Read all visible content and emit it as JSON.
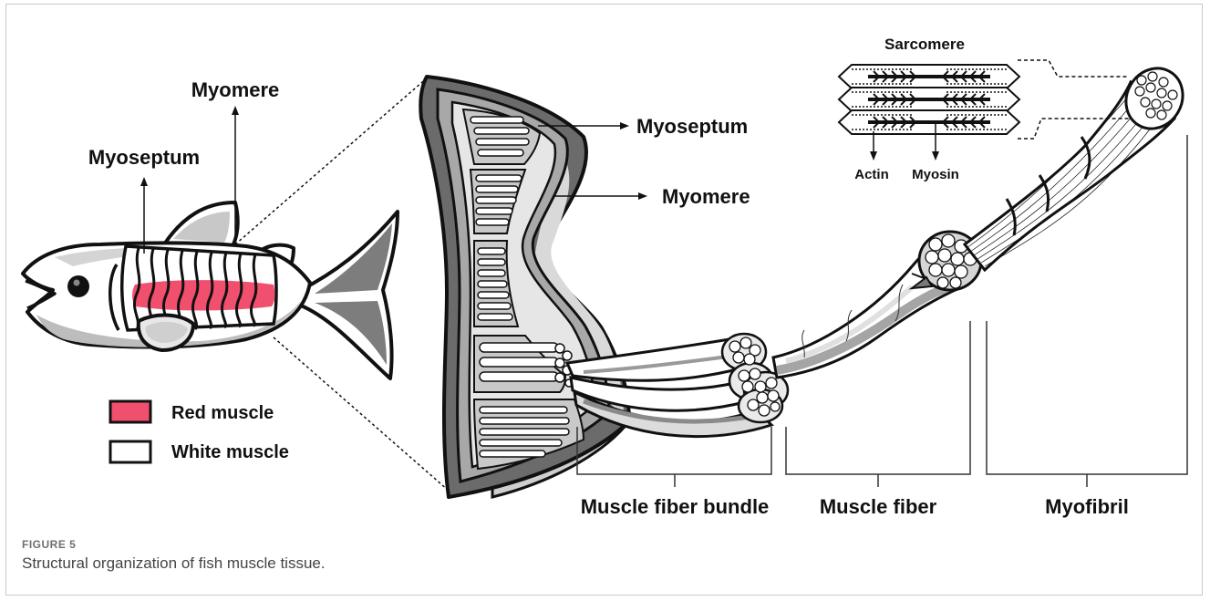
{
  "fish": {
    "label_myomere": "Myomere",
    "label_myoseptum": "Myoseptum"
  },
  "legend": {
    "red_label": "Red muscle",
    "white_label": "White muscle",
    "red_color": "#f0506e",
    "white_color": "#ffffff"
  },
  "cross_section": {
    "label_myoseptum": "Myoseptum",
    "label_myomere": "Myomere"
  },
  "sarcomere": {
    "title": "Sarcomere",
    "actin_label": "Actin",
    "myosin_label": "Myosin"
  },
  "brackets": {
    "bundle": "Muscle fiber bundle",
    "fiber": "Muscle fiber",
    "myofibril": "Myofibril"
  },
  "caption": {
    "label": "FIGURE 5",
    "text": "Structural organization of fish muscle tissue."
  }
}
